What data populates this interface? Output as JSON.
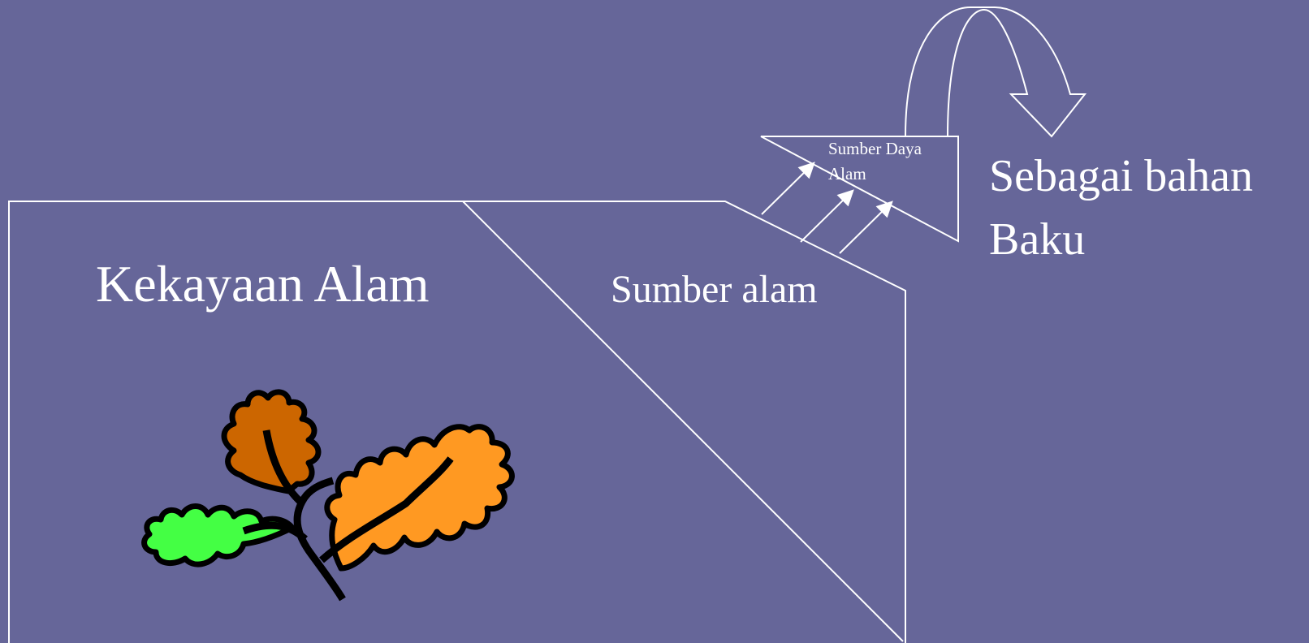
{
  "background_color": "#666699",
  "line_color": "#ffffff",
  "labels": {
    "kekayaan_alam": "Kekayaan Alam",
    "sumber_alam": "Sumber alam",
    "sumber_daya_alam": "Sumber Daya Alam",
    "sebagai_bahan_baku": "Sebagai bahan Baku"
  },
  "clipart": {
    "name": "autumn-leaves-icon",
    "colors": {
      "orange": "#ff9922",
      "brown": "#cc6600",
      "green": "#44ff44",
      "outline": "#000000"
    }
  }
}
